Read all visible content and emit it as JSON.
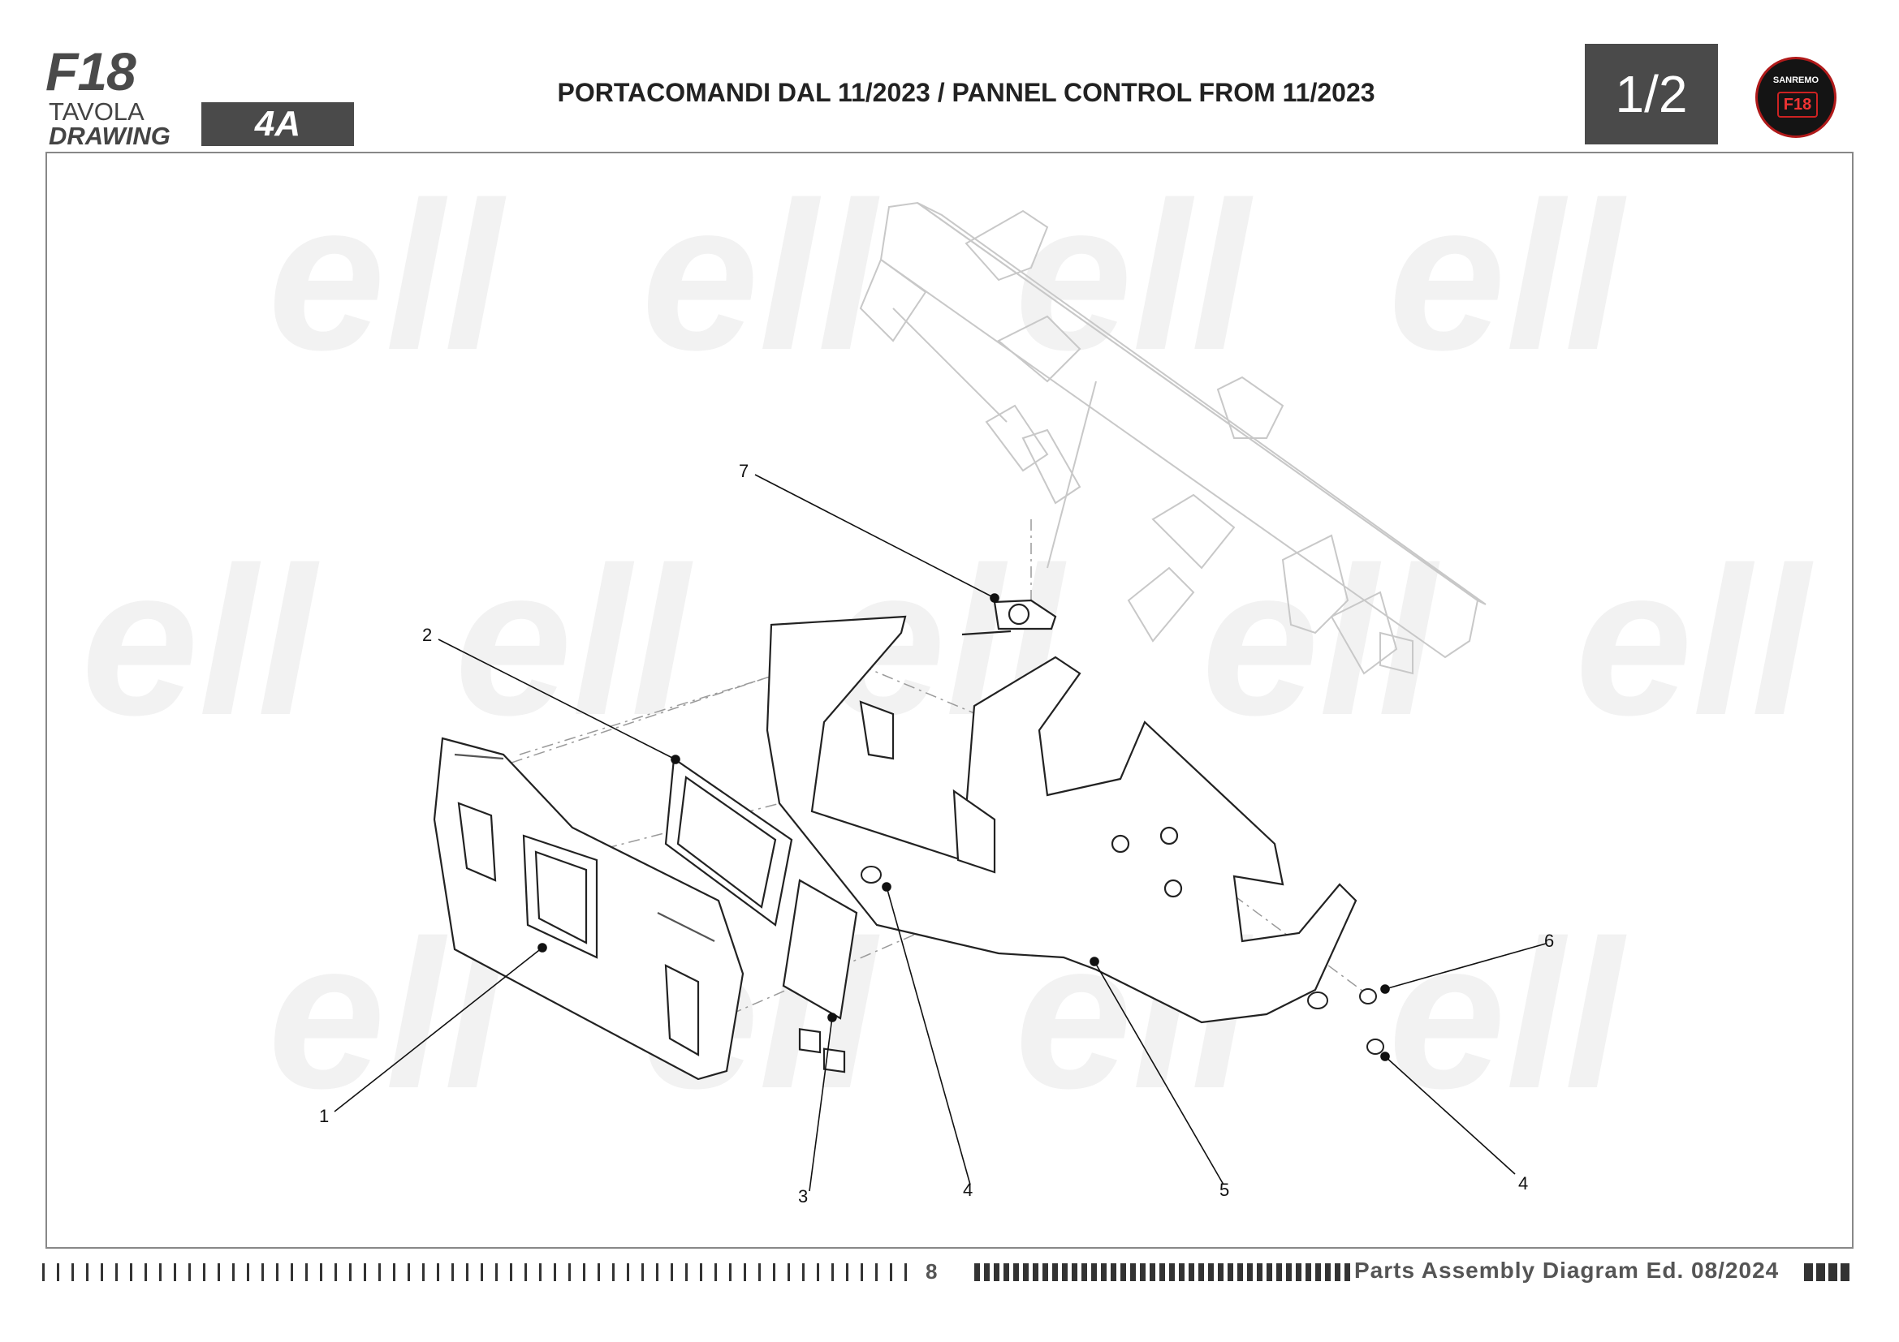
{
  "header": {
    "model": "F18",
    "tavola_label": "TAVOLA",
    "drawing_label": "DRAWING",
    "drawing_code": "4A",
    "title": "PORTACOMANDI DAL 11/2023 / PANNEL CONTROL FROM 11/2023",
    "page_indicator": "1/2",
    "logo_text": "SANREMO",
    "logo_badge": "F18"
  },
  "diagram": {
    "callouts": [
      "1",
      "2",
      "3",
      "4",
      "4",
      "5",
      "6",
      "7"
    ]
  },
  "footer": {
    "page_number": "8",
    "edition": "Parts Assembly Diagram Ed. 08/2024"
  }
}
